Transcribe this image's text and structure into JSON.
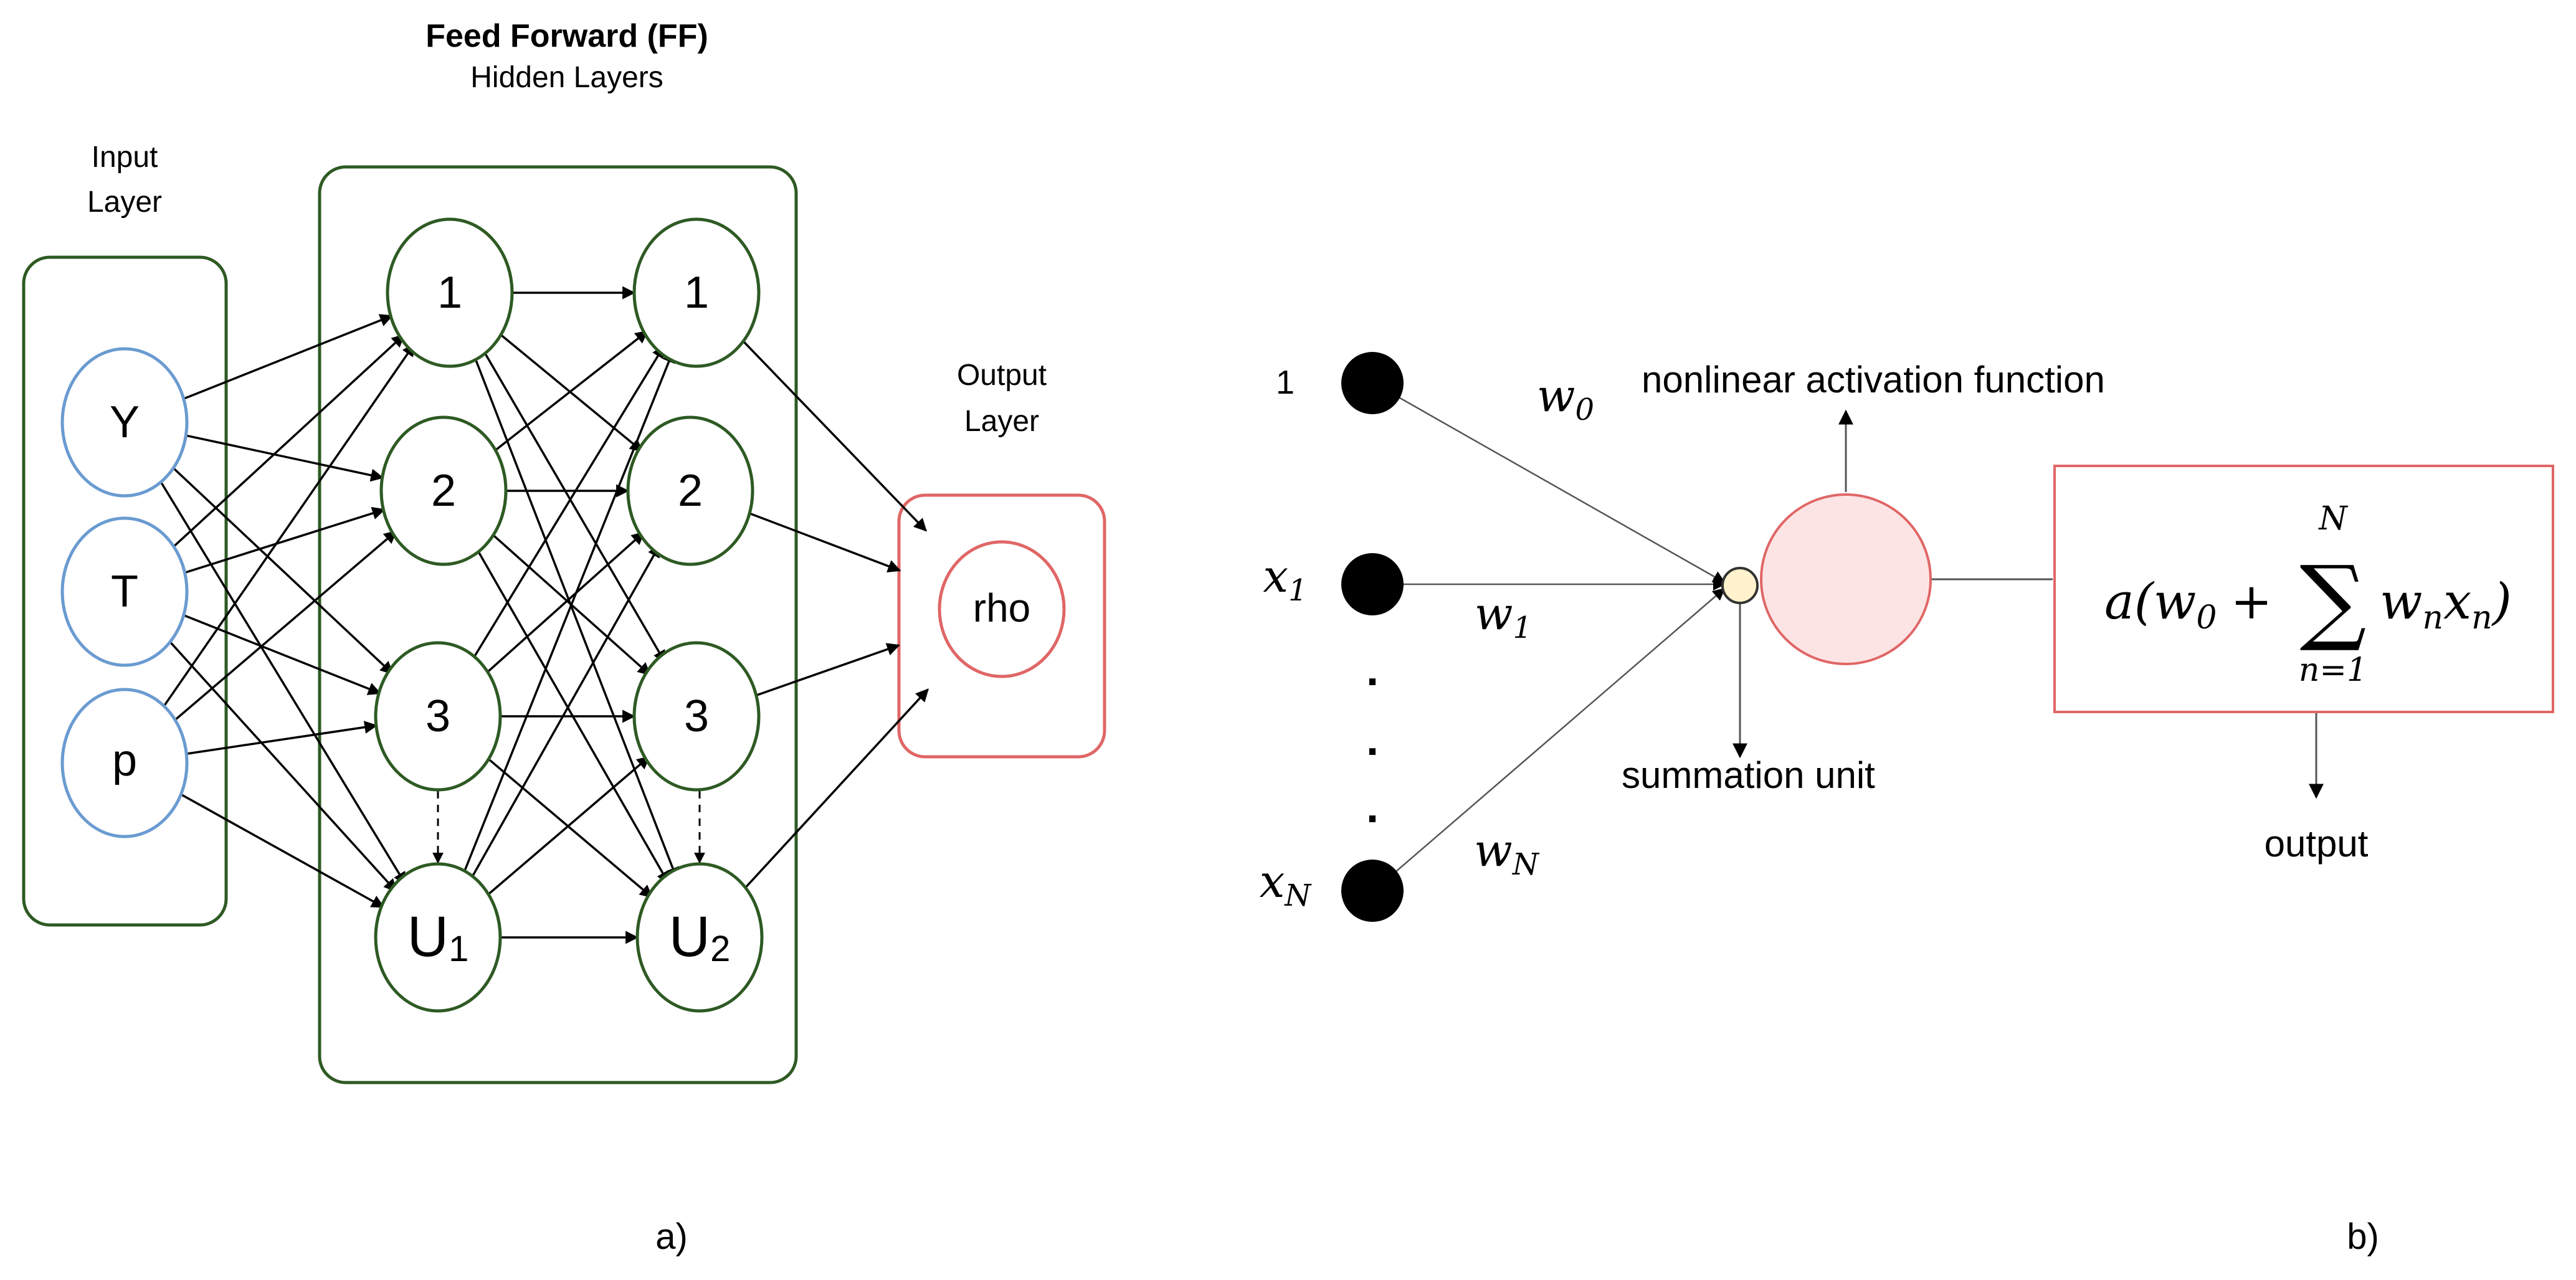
{
  "panel_a": {
    "title": "Feed Forward (FF)",
    "subtitle": "Hidden Layers",
    "input_label_line1": "Input",
    "input_label_line2": "Layer",
    "output_label_line1": "Output",
    "output_label_line2": "Layer",
    "input_nodes": [
      "Y",
      "T",
      "p"
    ],
    "hidden1_nodes": [
      "1",
      "2",
      "3"
    ],
    "hidden1_last": {
      "base": "U",
      "sub": "1"
    },
    "hidden2_nodes": [
      "1",
      "2",
      "3"
    ],
    "hidden2_last": {
      "base": "U",
      "sub": "2"
    },
    "output_node": "rho",
    "caption": "a)"
  },
  "panel_b": {
    "input_labels": {
      "bias": "1",
      "x1": {
        "base": "x",
        "sub": "1"
      },
      "xN": {
        "base": "x",
        "sub": "N"
      }
    },
    "weights": {
      "w0": {
        "base": "w",
        "sub": "0"
      },
      "w1": {
        "base": "w",
        "sub": "1"
      },
      "wN": {
        "base": "w",
        "sub": "N"
      }
    },
    "ellipsis": ".",
    "activation_label": "nonlinear activation function",
    "summation_label": "summation unit",
    "formula": {
      "prefix": "a(",
      "w0_base": "w",
      "w0_sub": "0",
      "plus": "+",
      "sigma": "∑",
      "upper": "N",
      "lower": "n=1",
      "term_w": "w",
      "term_w_sub": "n",
      "term_x": "x",
      "term_x_sub": "n",
      "close": ")"
    },
    "output_label": "output",
    "caption": "b)"
  },
  "colors": {
    "input_node": "#6a9bd1",
    "hidden_node": "#2e5a23",
    "output_node": "#e06666",
    "output_fill": "#fde4e4",
    "summation_fill": "#fff2cc",
    "edge": "#000000"
  }
}
